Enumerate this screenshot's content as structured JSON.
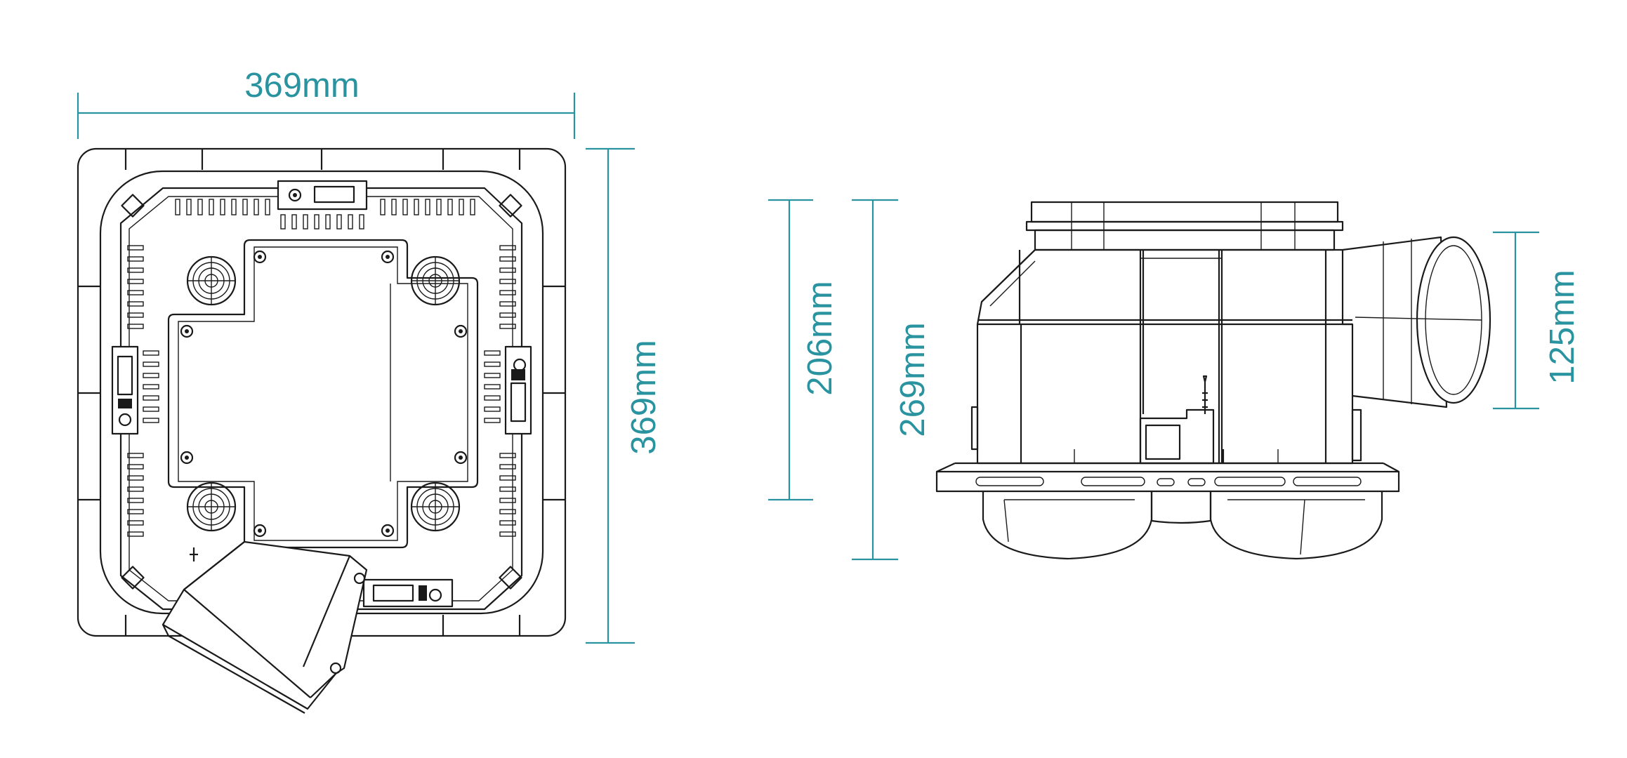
{
  "dimensions": {
    "top_width": "369mm",
    "top_height": "369mm",
    "side_inner_height": "206mm",
    "side_total_height": "269mm",
    "duct_diameter": "125mm"
  },
  "colors": {
    "dimension": "#2a93a0",
    "outline": "#1a1a1a",
    "background": "#ffffff"
  }
}
